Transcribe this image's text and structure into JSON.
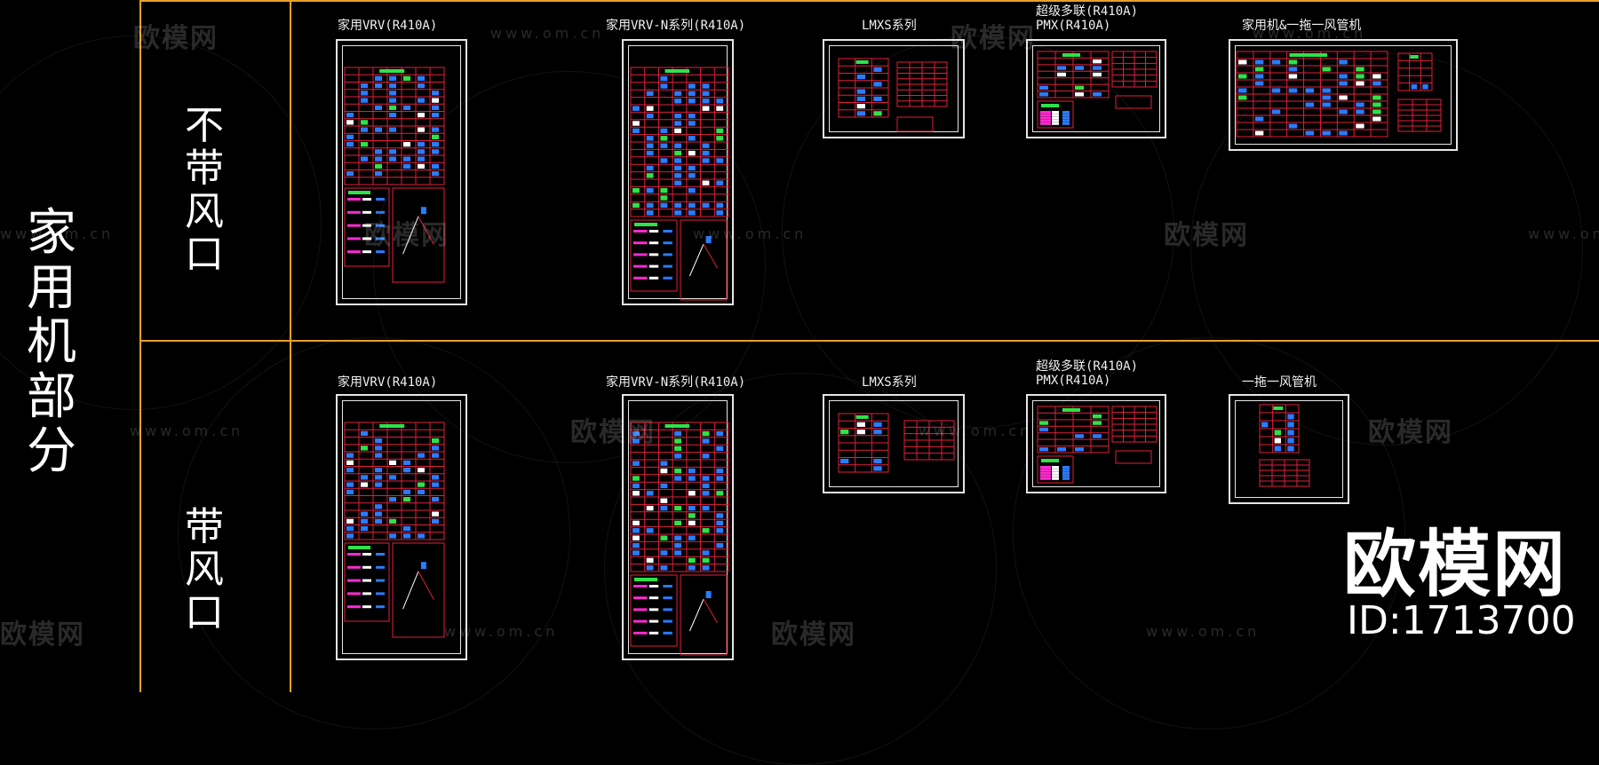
{
  "row_header": "家用机部分",
  "rows": [
    {
      "label": "不带风口",
      "sheets": [
        {
          "title": "家用VRV(R410A)"
        },
        {
          "title": "家用VRV-N系列(R410A)"
        },
        {
          "title": "LMXS系列"
        },
        {
          "title_line1": "超级多联(R410A)",
          "title_line2": "PMX(R410A)"
        },
        {
          "title": "家用机&一拖一风管机"
        }
      ]
    },
    {
      "label": "带风口",
      "sheets": [
        {
          "title": "家用VRV(R410A)"
        },
        {
          "title": "家用VRV-N系列(R410A)"
        },
        {
          "title": "LMXS系列"
        },
        {
          "title_line1": "超级多联(R410A)",
          "title_line2": "PMX(R410A)"
        },
        {
          "title": "一拖一风管机"
        }
      ]
    }
  ],
  "watermark": {
    "brand": "欧模网",
    "url": "www.om.cn",
    "id": "ID:1713700"
  },
  "colors": {
    "grid": "#e8a02a",
    "cad_red": "#e0203a",
    "cad_blue": "#2a7cff",
    "cad_green": "#2ee24a",
    "cad_magenta": "#ff2ad0"
  }
}
